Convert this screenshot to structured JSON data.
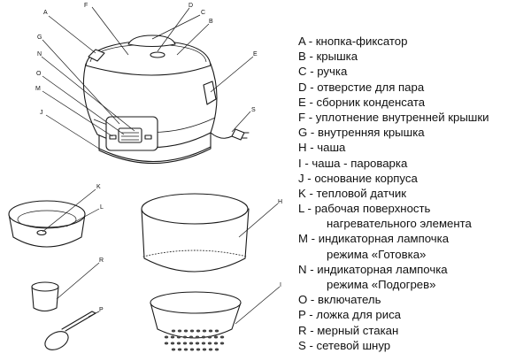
{
  "callouts": {
    "A": "A",
    "B": "B",
    "C": "C",
    "D": "D",
    "E": "E",
    "F": "F",
    "G": "G",
    "H": "H",
    "I": "I",
    "J": "J",
    "K": "K",
    "L": "L",
    "M": "M",
    "N": "N",
    "O": "O",
    "P": "P",
    "R": "R",
    "S": "S"
  },
  "legend": [
    {
      "text": "A - кнопка-фиксатор",
      "continuation": false
    },
    {
      "text": "B - крышка",
      "continuation": false
    },
    {
      "text": "C - ручка",
      "continuation": false
    },
    {
      "text": "D - отверстие для пара",
      "continuation": false
    },
    {
      "text": "E - сборник конденсата",
      "continuation": false
    },
    {
      "text": "F - уплотнение внутренней крышки",
      "continuation": false
    },
    {
      "text": "G - внутренняя крышка",
      "continuation": false
    },
    {
      "text": "H - чаша",
      "continuation": false
    },
    {
      "text": "I - чаша - пароварка",
      "continuation": false
    },
    {
      "text": "J - основание корпуса",
      "continuation": false
    },
    {
      "text": "K - тепловой датчик",
      "continuation": false
    },
    {
      "text": "L - рабочая поверхность",
      "continuation": false
    },
    {
      "text": "нагревательного элемента",
      "continuation": true
    },
    {
      "text": "M - индикаторная лампочка",
      "continuation": false
    },
    {
      "text": "режима «Готовка»",
      "continuation": true
    },
    {
      "text": "N - индикаторная лампочка",
      "continuation": false
    },
    {
      "text": "режима «Подогрев»",
      "continuation": true
    },
    {
      "text": "O - включатель",
      "continuation": false
    },
    {
      "text": "P - ложка для риса",
      "continuation": false
    },
    {
      "text": "R - мерный стакан",
      "continuation": false
    },
    {
      "text": "S - сетевой шнур",
      "continuation": false
    }
  ]
}
